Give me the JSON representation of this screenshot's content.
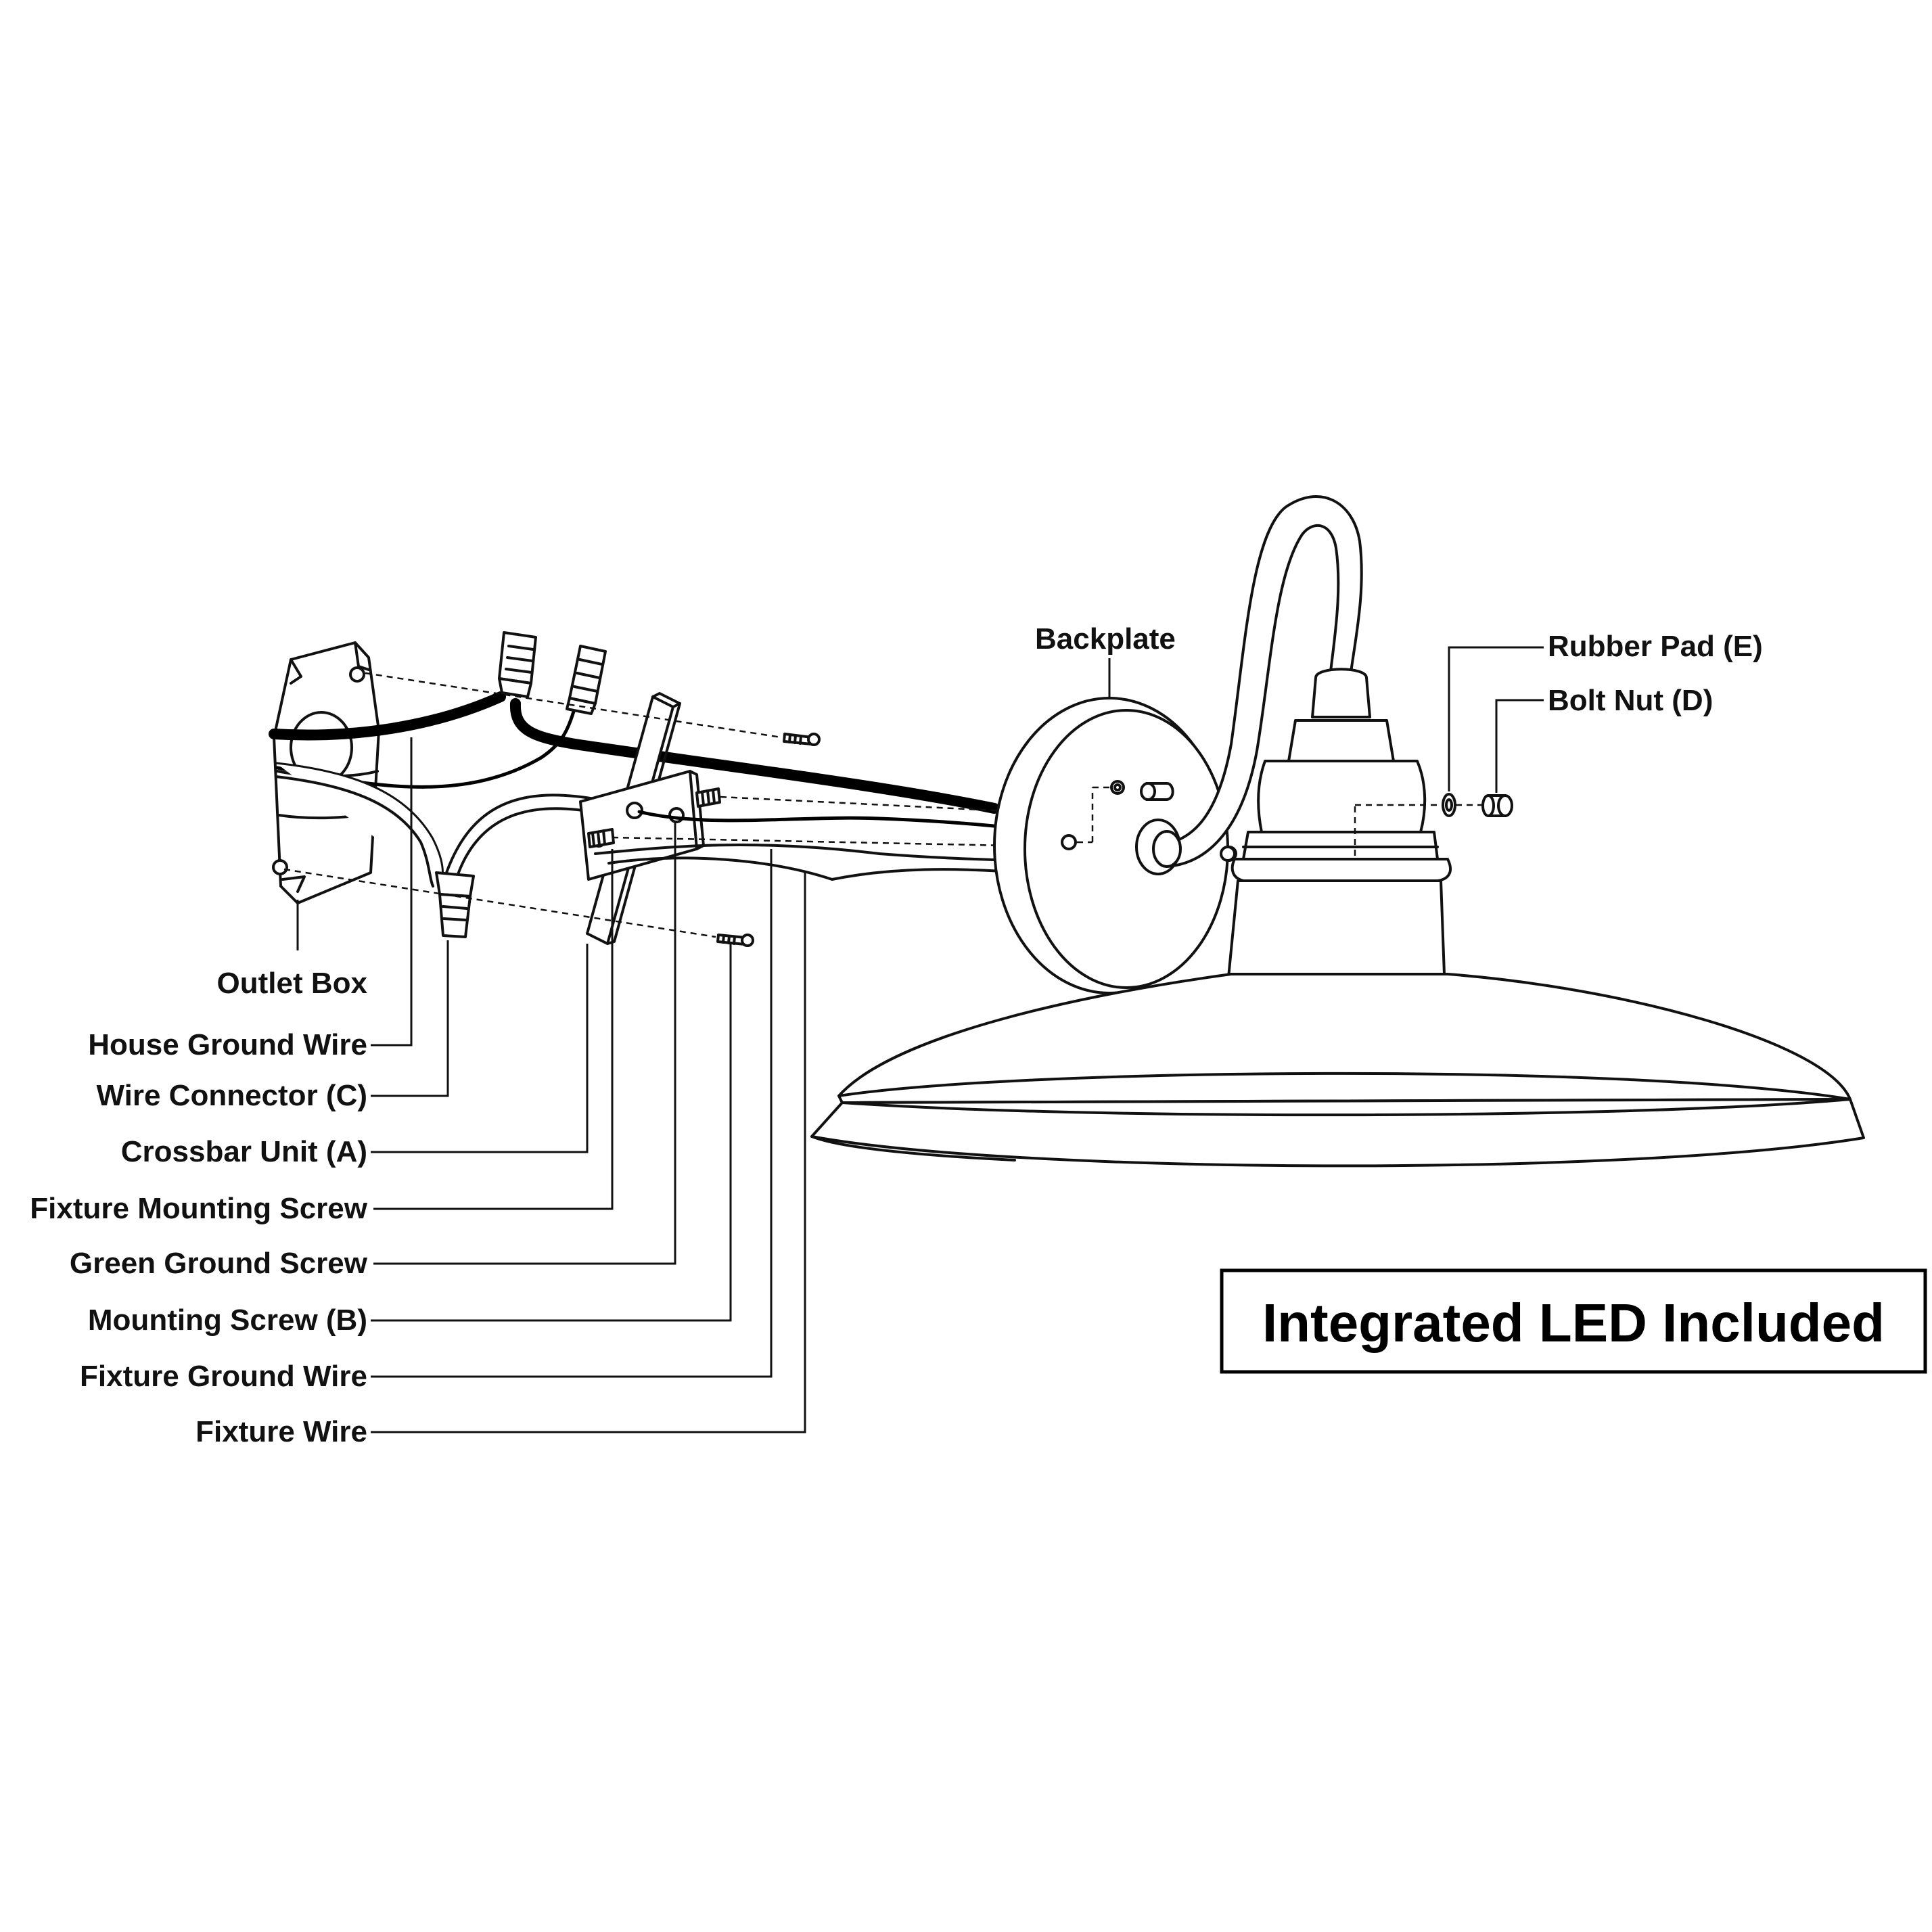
{
  "labels": {
    "backplate": "Backplate",
    "rubber_pad": "Rubber Pad (E)",
    "bolt_nut": "Bolt Nut (D)",
    "outlet_box": "Outlet Box",
    "house_ground_wire": "House Ground Wire",
    "wire_connector": "Wire Connector (C)",
    "crossbar_unit": "Crossbar Unit (A)",
    "fixture_mounting_screw": "Fixture Mounting Screw",
    "green_ground_screw": "Green Ground Screw",
    "mounting_screw": "Mounting Screw (B)",
    "fixture_ground_wire": "Fixture Ground Wire",
    "fixture_wire": "Fixture Wire"
  },
  "notice": "Integrated LED Included",
  "colors": {
    "line": "#111111",
    "background": "#ffffff"
  }
}
